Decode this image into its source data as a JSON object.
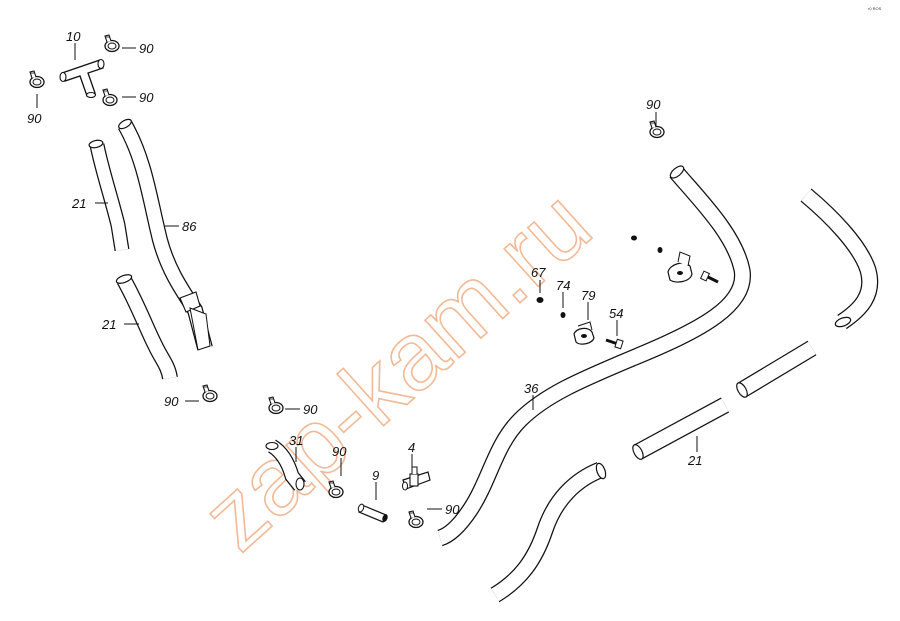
{
  "watermark": "zap-kam.ru",
  "corner_mark": "r0 ROS",
  "callouts": [
    {
      "id": "c10",
      "text": "10"
    },
    {
      "id": "c90a",
      "text": "90"
    },
    {
      "id": "c90b",
      "text": "90"
    },
    {
      "id": "c90c",
      "text": "90"
    },
    {
      "id": "c21a",
      "text": "21"
    },
    {
      "id": "c86",
      "text": "86"
    },
    {
      "id": "c21b",
      "text": "21"
    },
    {
      "id": "c90d",
      "text": "90"
    },
    {
      "id": "c90e",
      "text": "90"
    },
    {
      "id": "c31",
      "text": "31"
    },
    {
      "id": "c90f",
      "text": "90"
    },
    {
      "id": "c9",
      "text": "9"
    },
    {
      "id": "c4",
      "text": "4"
    },
    {
      "id": "c90g",
      "text": "90"
    },
    {
      "id": "c90h",
      "text": "90"
    },
    {
      "id": "c67",
      "text": "67"
    },
    {
      "id": "c74",
      "text": "74"
    },
    {
      "id": "c79",
      "text": "79"
    },
    {
      "id": "c54",
      "text": "54"
    },
    {
      "id": "c36",
      "text": "36"
    },
    {
      "id": "c21c",
      "text": "21"
    }
  ],
  "colors": {
    "line": "#111111",
    "watermark": "#f2b996",
    "background": "#ffffff"
  }
}
